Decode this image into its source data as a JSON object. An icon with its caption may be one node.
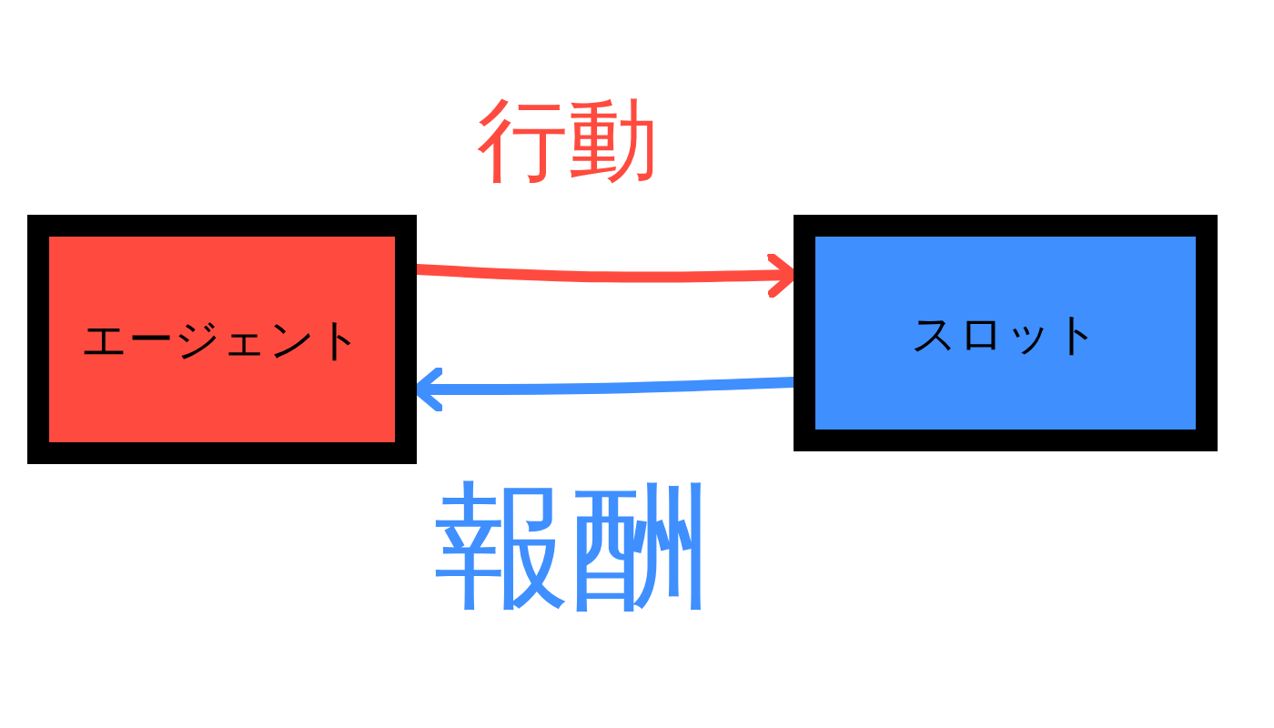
{
  "diagram": {
    "nodes": [
      {
        "text": [
          "エージェント"
        ]
      },
      {
        "text": [
          "スロット"
        ]
      }
    ],
    "edges": [
      {
        "from": 0,
        "to": 1,
        "arrow": "to",
        "label": "行動",
        "color": "#ff4b3f"
      },
      {
        "from": 1,
        "to": 0,
        "arrow": "to",
        "label": "報酬",
        "color": "#3f8fff"
      }
    ]
  }
}
